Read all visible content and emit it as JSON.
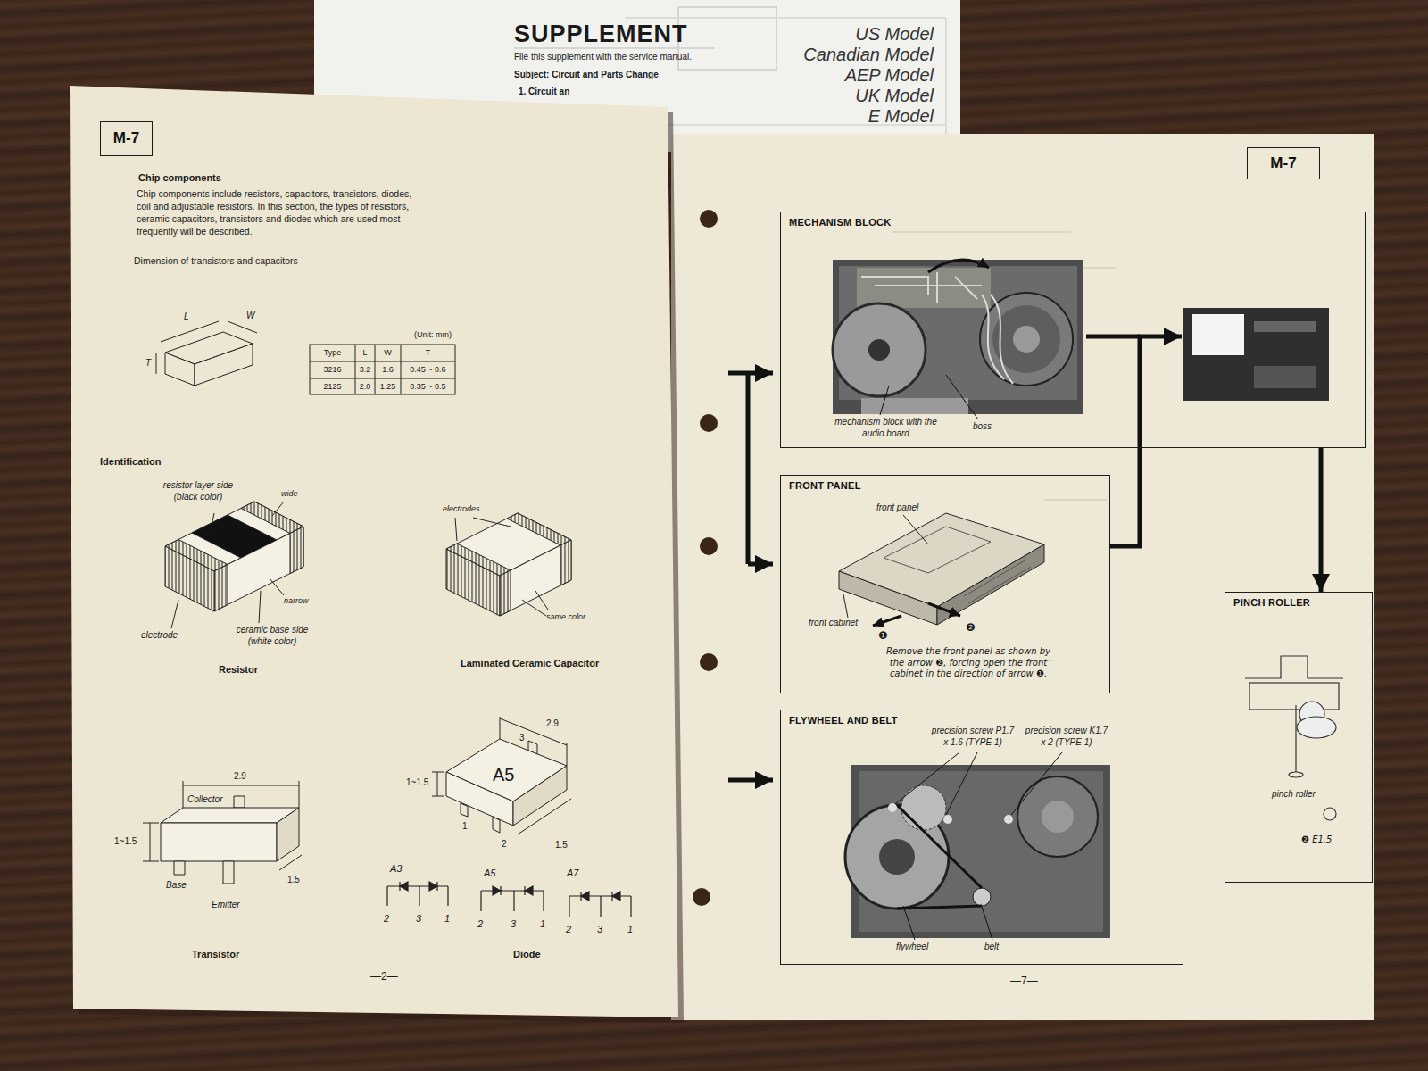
{
  "diagram": {
    "nodes": [
      {
        "text": [
          "M-7"
        ]
      },
      {
        "text": [
          "M-7"
        ]
      },
      {
        "text": [
          "MECHANISM BLOCK"
        ]
      },
      {
        "text": [
          "FRONT PANEL"
        ]
      },
      {
        "text": [
          "FLYWHEEL AND BELT"
        ]
      },
      {
        "text": [
          "PINCH ROLLER"
        ]
      }
    ],
    "edges": [
      {
        "from": 3,
        "to": 2,
        "arrow": "to"
      },
      {
        "from": 2,
        "to": 5,
        "arrow": "to"
      }
    ],
    "labels": [
      "SUPPLEMENT",
      "File this supplement with the service manual.",
      "Subject: Circuit and Parts Change",
      "1. Circuit an",
      "US Model",
      "Canadian Model",
      "AEP Model",
      "UK Model",
      "E Model",
      "Chip components",
      "Chip components include resistors, capacitors, transistors, diodes, coil and adjustable resistors. In this section, the types of resistors, ceramic capacitors, transistors and diodes which are used most frequently will be described.",
      "Dimension of transistors and capacitors",
      "L",
      "W",
      "T",
      "(Unit: mm)",
      "Type",
      "L",
      "W",
      "T",
      "3216",
      "3.2",
      "1.6",
      "0.45 ~ 0.6",
      "2125",
      "2.0",
      "1.25",
      "0.35 ~ 0.5",
      "Identification",
      "resistor layer side (black color)",
      "wide",
      "narrow",
      "electrode",
      "ceramic base side (white color)",
      "Resistor",
      "electrodes",
      "same color",
      "Laminated Ceramic Capacitor",
      "2.9",
      "Collector",
      "1~1.5",
      "Base",
      "Emitter",
      "1.5",
      "Transistor",
      "2.9",
      "3",
      "A5",
      "1~1.5",
      "1",
      "2",
      "1.5",
      "A3",
      "2",
      "3",
      "1",
      "A5",
      "2",
      "3",
      "1",
      "A7",
      "2",
      "3",
      "1",
      "Diode",
      "—2—",
      "mechanism block with the audio board",
      "boss",
      "front panel",
      "front cabinet",
      "❶",
      "❷",
      "Remove the front panel as shown by the arrow ❷, forcing open the front cabinet in the direction of arrow ❶.",
      "precision screw P1.7 x 1.6 (TYPE 1)",
      "precision screw K1.7 x 2 (TYPE 1)",
      "flywheel",
      "belt",
      "pinch roller",
      "❷ E1.5",
      "—7—"
    ]
  }
}
